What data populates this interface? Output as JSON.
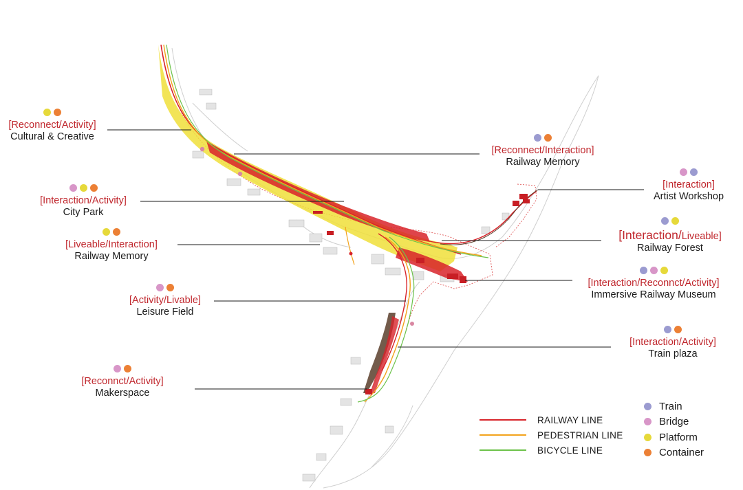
{
  "colors": {
    "train": "#9b9bd0",
    "bridge": "#d896c8",
    "platform": "#e6d93a",
    "container": "#ec8035",
    "railway": "#d8232a",
    "pedestrian": "#f2a31c",
    "bicycle": "#6cc24a",
    "tag_text": "#c0272d"
  },
  "callouts": [
    {
      "tag": "[Reconnect/Activity]",
      "name": "Cultural & Creative",
      "dots": [
        "platform",
        "container"
      ]
    },
    {
      "tag": "[Interaction/Activity]",
      "name": "City Park",
      "dots": [
        "bridge",
        "platform",
        "container"
      ]
    },
    {
      "tag": "[Liveable/Interaction]",
      "name": "Railway Memory",
      "dots": [
        "platform",
        "container"
      ]
    },
    {
      "tag": "[Activity/Livable]",
      "name": "Leisure Field",
      "dots": [
        "bridge",
        "container"
      ]
    },
    {
      "tag": "[Reconnct/Activity]",
      "name": "Makerspace",
      "dots": [
        "bridge",
        "container"
      ]
    },
    {
      "tag": "[Reconnect/Interaction]",
      "name": "Railway Memory",
      "dots": [
        "train",
        "container"
      ]
    },
    {
      "tag": "[Interaction]",
      "name": "Artist Workshop",
      "dots": [
        "bridge",
        "train"
      ]
    },
    {
      "tag_main": "[Interaction/",
      "tag_sub": "Liveable]",
      "name": "Railway Forest",
      "dots": [
        "train",
        "platform"
      ]
    },
    {
      "tag": "[Interaction/Reconnct/Activity]",
      "name": "Immersive Railway Museum",
      "dots": [
        "train",
        "bridge",
        "platform"
      ]
    },
    {
      "tag": "[Interaction/Activity]",
      "name": "Train plaza",
      "dots": [
        "train",
        "container"
      ]
    }
  ],
  "legend_lines": [
    {
      "label": "RAILWAY LINE",
      "color_key": "railway"
    },
    {
      "label": "PEDESTRIAN LINE",
      "color_key": "pedestrian"
    },
    {
      "label": "BICYCLE  LINE",
      "color_key": "bicycle"
    }
  ],
  "legend_dots": [
    {
      "label": "Train",
      "color_key": "train"
    },
    {
      "label": "Bridge",
      "color_key": "bridge"
    },
    {
      "label": "Platform",
      "color_key": "platform"
    },
    {
      "label": "Container",
      "color_key": "container"
    }
  ]
}
